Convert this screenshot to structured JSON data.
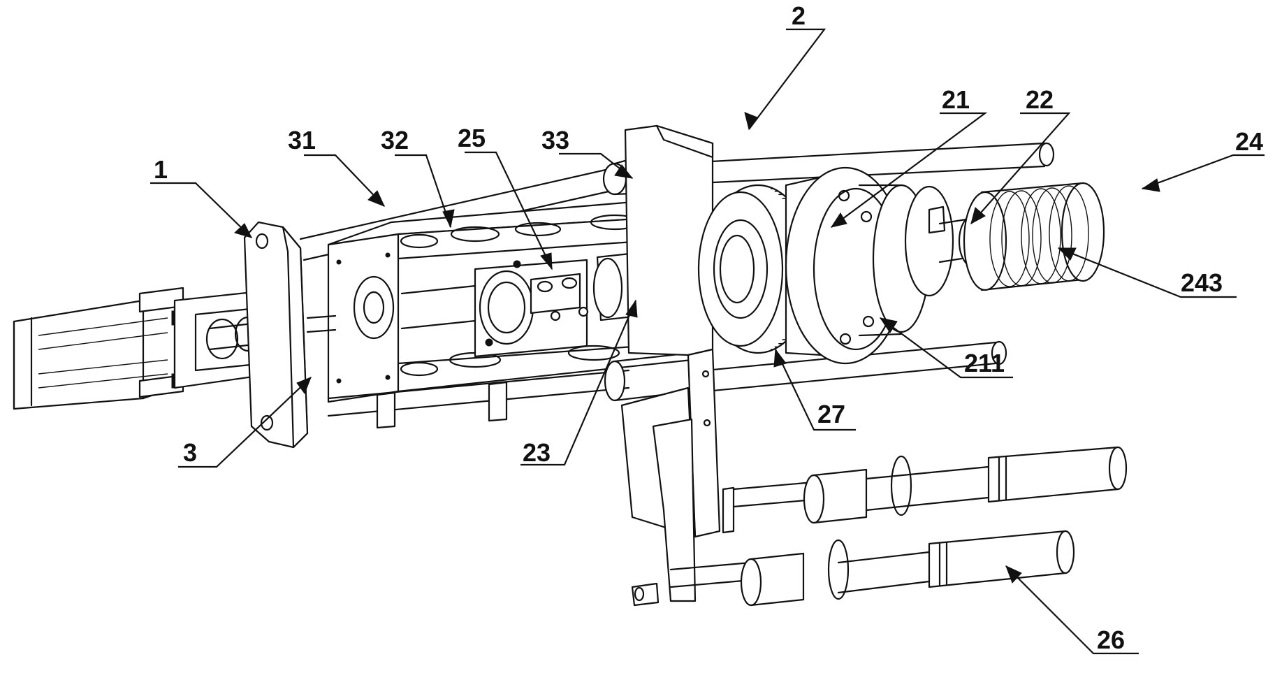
{
  "labels": {
    "l1": "1",
    "l2": "2",
    "l3": "3",
    "l21": "21",
    "l22": "22",
    "l23": "23",
    "l24": "24",
    "l25": "25",
    "l26": "26",
    "l27": "27",
    "l31": "31",
    "l32": "32",
    "l33": "33",
    "l211": "211",
    "l243": "243"
  },
  "colors": {
    "line": "#111111",
    "background": "#ffffff"
  }
}
